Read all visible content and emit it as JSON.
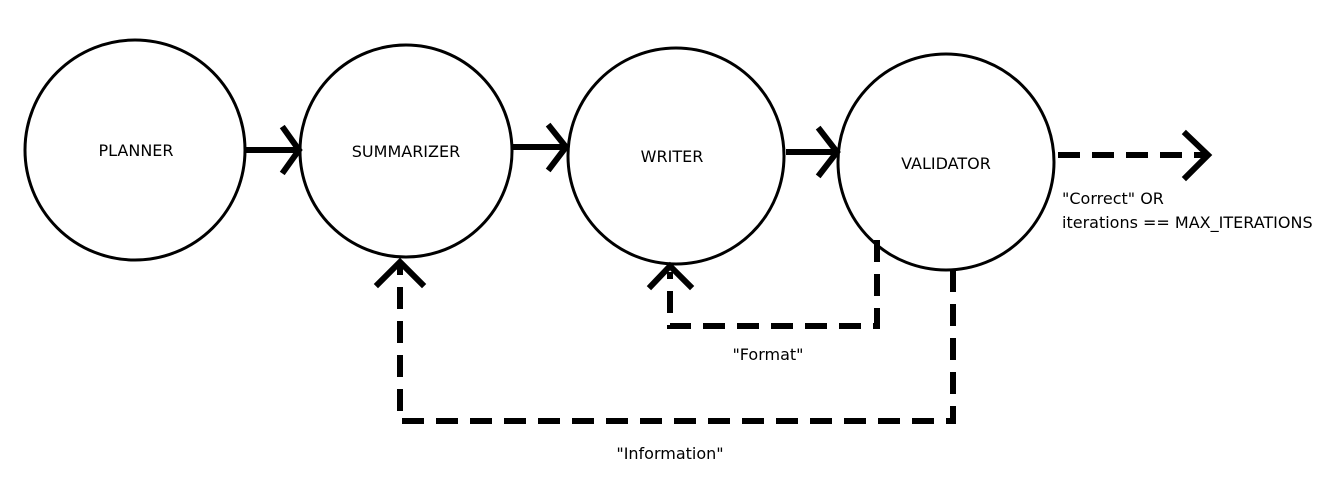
{
  "nodes": {
    "planner": "PLANNER",
    "summarizer": "SUMMARIZER",
    "writer": "WRITER",
    "validator": "VALIDATOR"
  },
  "edges": {
    "exit_label_line1": "\"Correct\" OR",
    "exit_label_line2": "iterations == MAX_ITERATIONS",
    "format_label": "\"Format\"",
    "information_label": "\"Information\""
  },
  "colors": {
    "stroke": "#000000",
    "background": "#ffffff"
  }
}
